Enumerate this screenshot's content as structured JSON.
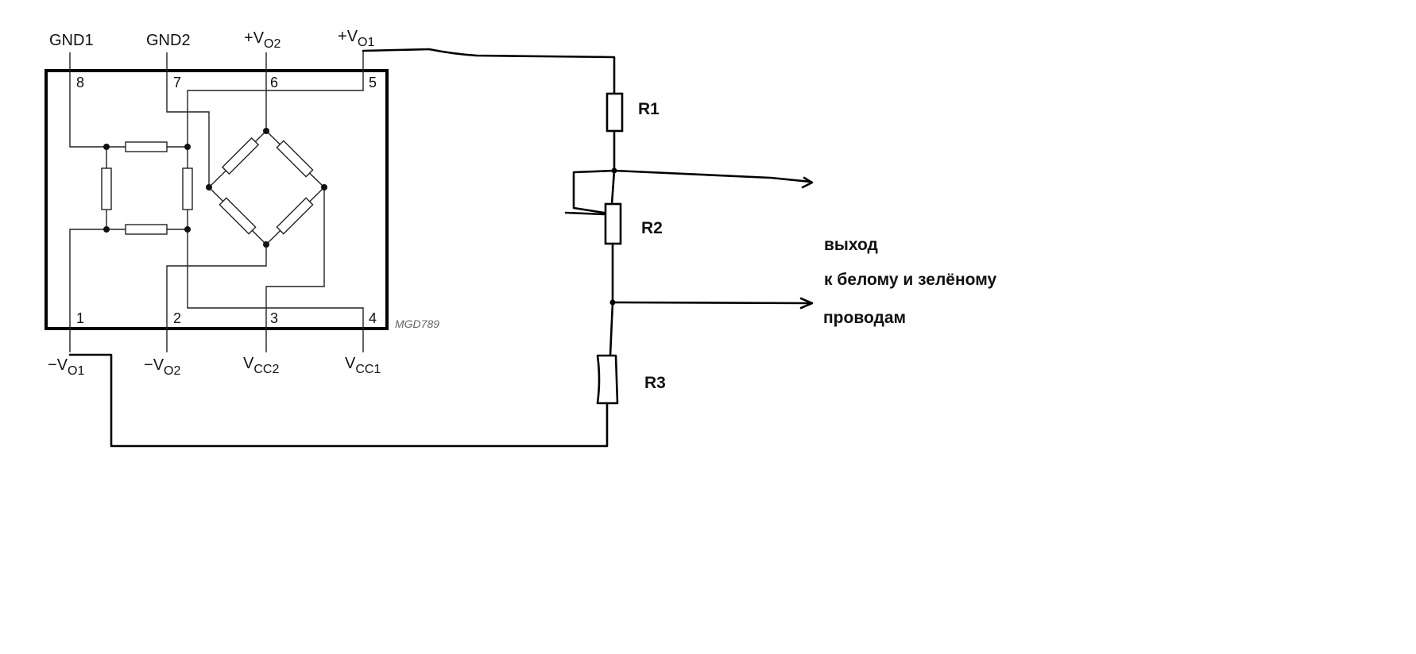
{
  "ic": {
    "part_code": "MGD789",
    "pins": [
      {
        "num": "8",
        "name": "GND1",
        "sign": "",
        "sub": ""
      },
      {
        "num": "7",
        "name": "GND2",
        "sign": "",
        "sub": ""
      },
      {
        "num": "6",
        "name": "V",
        "sign": "+",
        "sub": "O2"
      },
      {
        "num": "5",
        "name": "V",
        "sign": "+",
        "sub": "O1"
      },
      {
        "num": "1",
        "name": "V",
        "sign": "−",
        "sub": "O1"
      },
      {
        "num": "2",
        "name": "V",
        "sign": "−",
        "sub": "O2"
      },
      {
        "num": "3",
        "name": "V",
        "sign": "",
        "sub": "CC2"
      },
      {
        "num": "4",
        "name": "V",
        "sign": "",
        "sub": "CC1"
      }
    ]
  },
  "resistors": {
    "r1": "R1",
    "r2": "R2",
    "r3": "R3"
  },
  "output_note": {
    "line1": "выход",
    "line2": "к белому и зелёному",
    "line3": "проводам"
  }
}
